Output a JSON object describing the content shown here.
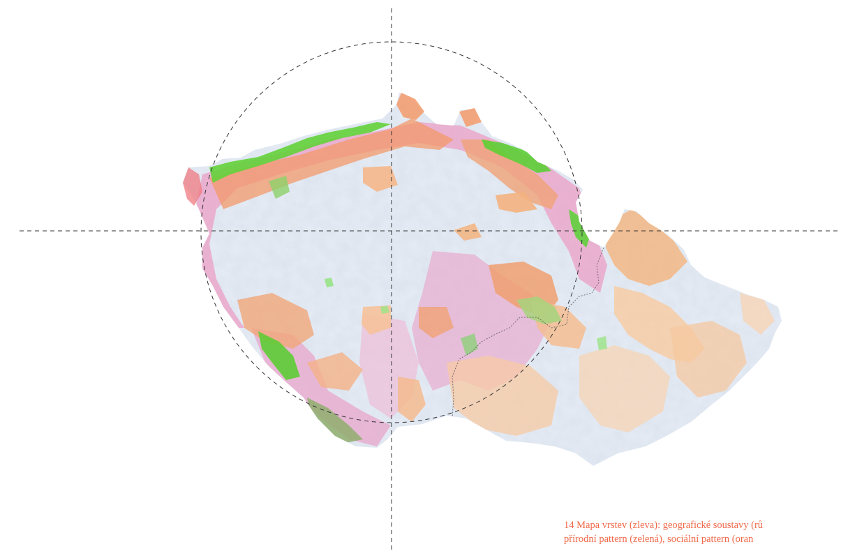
{
  "caption": {
    "line1": "14 Mapa vrstev (zleva): geografické soustavy (rů",
    "line2": "přírodní pattern (zelená), sociální pattern (oran"
  },
  "colors": {
    "base_relief": "#e6edf6",
    "geo_pink": "#e8a3c8",
    "natural_green": "#6bd63f",
    "social_orange": "#f5a46a",
    "social_light": "#f7cfa6",
    "caption": "#f06a4a",
    "guide_lines": "#333333"
  },
  "layers": [
    "geografické soustavy",
    "přírodní pattern",
    "sociální pattern"
  ]
}
